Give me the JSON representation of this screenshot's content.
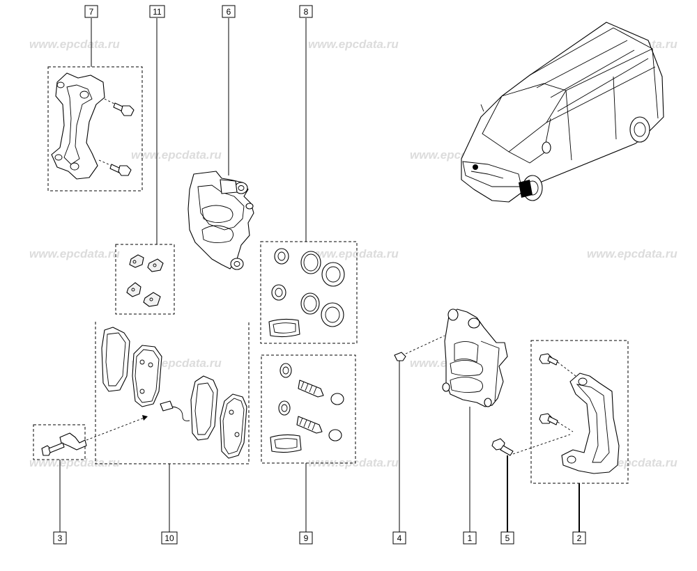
{
  "watermark": "www.epcdata.ru",
  "callouts": {
    "c1": "1",
    "c2": "2",
    "c3": "3",
    "c4": "4",
    "c5": "5",
    "c6": "6",
    "c7": "7",
    "c8": "8",
    "c9": "9",
    "c10": "10",
    "c11": "11"
  }
}
